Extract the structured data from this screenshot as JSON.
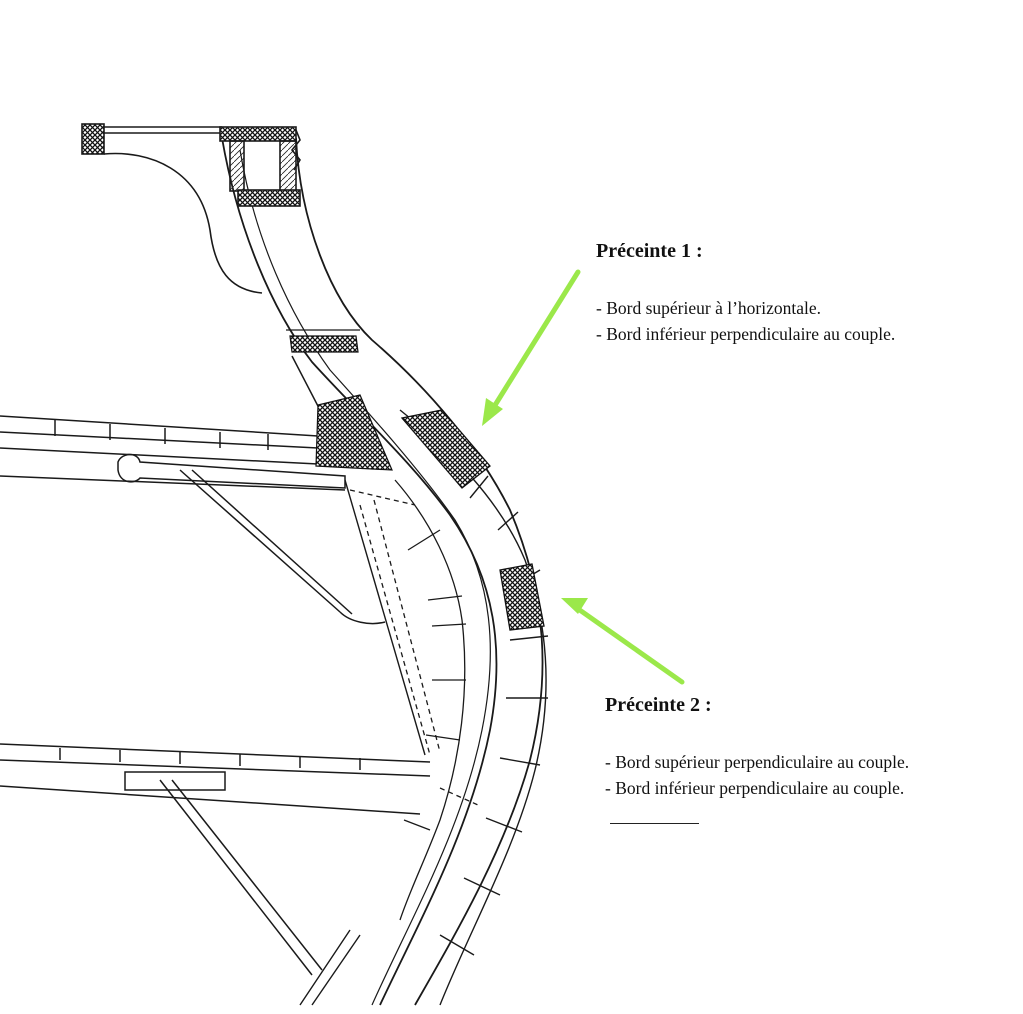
{
  "colors": {
    "arrow": "#9be84a",
    "ink": "#1a1a1a",
    "hatch": "#111111",
    "background": "#ffffff"
  },
  "annotations": [
    {
      "title": "Préceinte 1 :",
      "lines": [
        "- Bord supérieur à l’horizontale.",
        "- Bord inférieur perpendiculaire au couple."
      ]
    },
    {
      "title": "Préceinte 2 :",
      "lines": [
        "- Bord supérieur perpendiculaire au couple.",
        "- Bord inférieur perpendiculaire au couple."
      ]
    }
  ]
}
